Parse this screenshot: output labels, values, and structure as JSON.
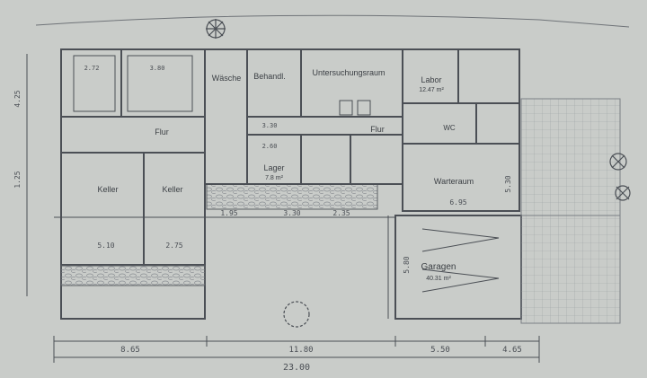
{
  "rooms": {
    "waesche": "Wäsche",
    "behandlung": "Behandl.",
    "untersuchungsraum": "Untersuchungsraum",
    "labor": "Labor",
    "flur_upper": "Flur",
    "flur_left": "Flur",
    "keller": "Keller",
    "keller2": "Keller",
    "lager": "Lager",
    "wartezimmer": "Warteraum",
    "garagen": "Garagen",
    "garagen_area": "40.31 m²",
    "flur_area": "12.47 m²",
    "wc": "WC",
    "lager_area": "7.8 m²"
  },
  "dimensions": {
    "total": "23.00",
    "seg1": "8.65",
    "seg2": "11.80",
    "seg3": "5.50",
    "seg4": "4.65",
    "cellar_w": "5.10",
    "cellar_w2": "2.75",
    "room_a": "2.72",
    "room_b": "3.80",
    "room_c": "3.30",
    "room_d": "2.60",
    "mid1": "1.95",
    "mid2": "3.30",
    "mid3": "2.35",
    "right1": "6.95",
    "left_h": "4.25",
    "left_h2": "1.25",
    "garage_h": "5.80",
    "wait_h": "5.30"
  },
  "colors": {
    "paper": "#c9ccc9",
    "ink": "#4b4f55",
    "ink_light": "#7b7f85",
    "hatch": "#9ea2a6"
  }
}
